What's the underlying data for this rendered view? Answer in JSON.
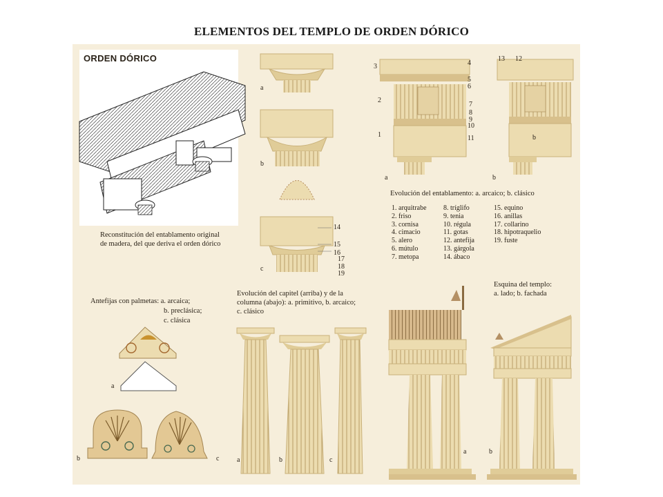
{
  "title": "ELEMENTOS DEL TEMPLO DE ORDEN DÓRICO",
  "plate": {
    "heading": "ORDEN DÓRICO",
    "reconstruction_caption": [
      "Reconstitución del entablamento original",
      "de madera, del que deriva el orden dórico"
    ],
    "capital_letters": [
      "a",
      "b",
      "c"
    ],
    "capital_numbers": [
      "14",
      "15",
      "16",
      "17",
      "18",
      "19"
    ],
    "entab_numbers_a": [
      "1",
      "2",
      "3",
      "4",
      "5",
      "6",
      "7",
      "8",
      "9",
      "10",
      "11"
    ],
    "entab_numbers_b": [
      "12",
      "13"
    ],
    "entab_letters": [
      "a",
      "b",
      "b"
    ],
    "entab_caption": "Evolución del entablamento: a. arcaico; b. clásico",
    "legend_columns": [
      [
        "1. arquitrabe",
        "2. friso",
        "3. cornisa",
        "4. cimacio",
        "5. alero",
        "6. mútulo",
        "7. metopa"
      ],
      [
        "8. tríglifo",
        "9. tenia",
        "10. régula",
        "11. gotas",
        "12. antefija",
        "13. gárgola",
        "14. ábaco"
      ],
      [
        "15. equino",
        "16. anillas",
        "17. collarino",
        "18. hipotraquelio",
        "19. fuste"
      ]
    ],
    "antefix_caption": [
      "Antefijas con palmetas: a. arcaica;",
      "b. preclásica;",
      "c. clásica"
    ],
    "antefix_letters": [
      "a",
      "b",
      "c"
    ],
    "column_caption": [
      "Evolución del capitel (arriba) y de la",
      "columna (abajo): a. primitivo, b. arcaico;",
      "c. clásico"
    ],
    "column_letters": [
      "a",
      "b",
      "c"
    ],
    "corner_caption": [
      "Esquina del templo:",
      "a. lado; b. fachada"
    ],
    "corner_letters": [
      "a",
      "b"
    ]
  },
  "colors": {
    "stone": "#ecdcb0",
    "stone_dark": "#c9b17a",
    "roof": "#d7b98c",
    "ink": "#4a3a28"
  }
}
